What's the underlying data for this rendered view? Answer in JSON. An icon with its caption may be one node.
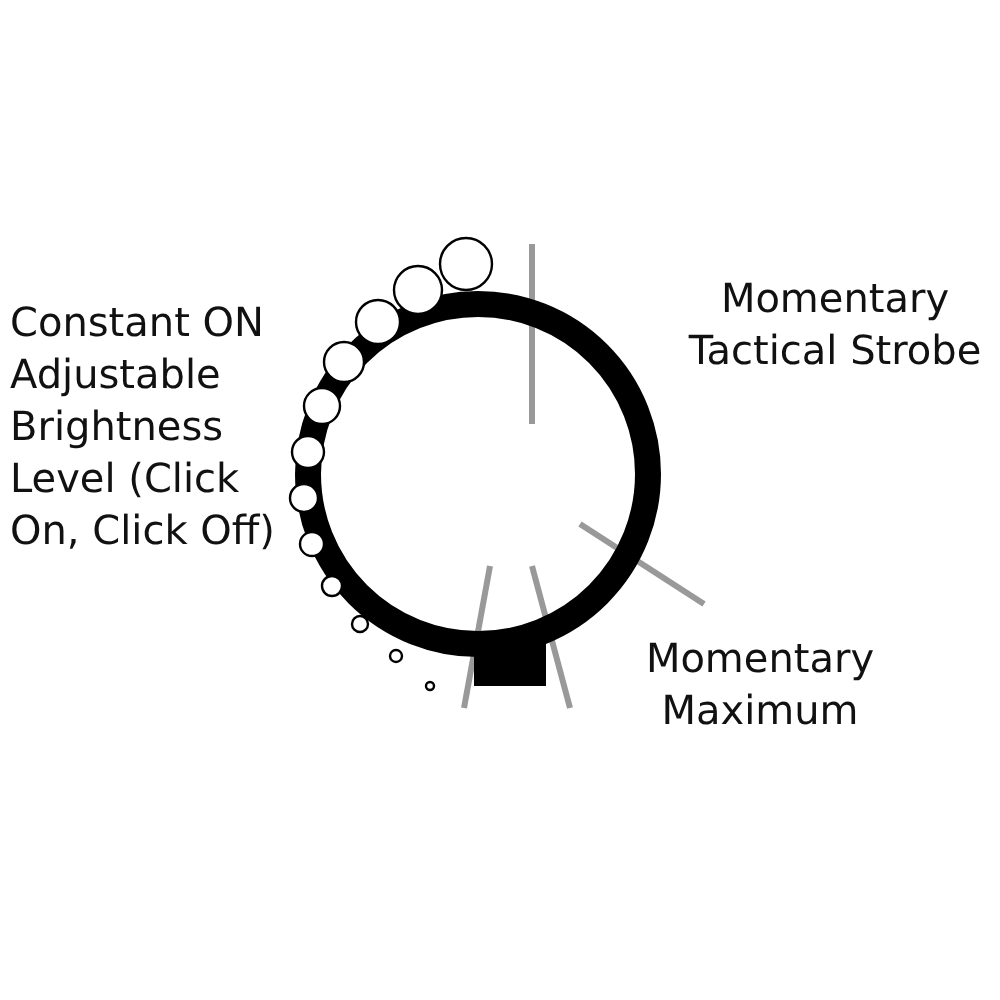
{
  "diagram": {
    "labels": [
      "Constant ON Adjustable Brightness Level (Click On, Click Off)",
      "Momentary Tactical Strobe",
      "Momentary Maximum"
    ]
  }
}
